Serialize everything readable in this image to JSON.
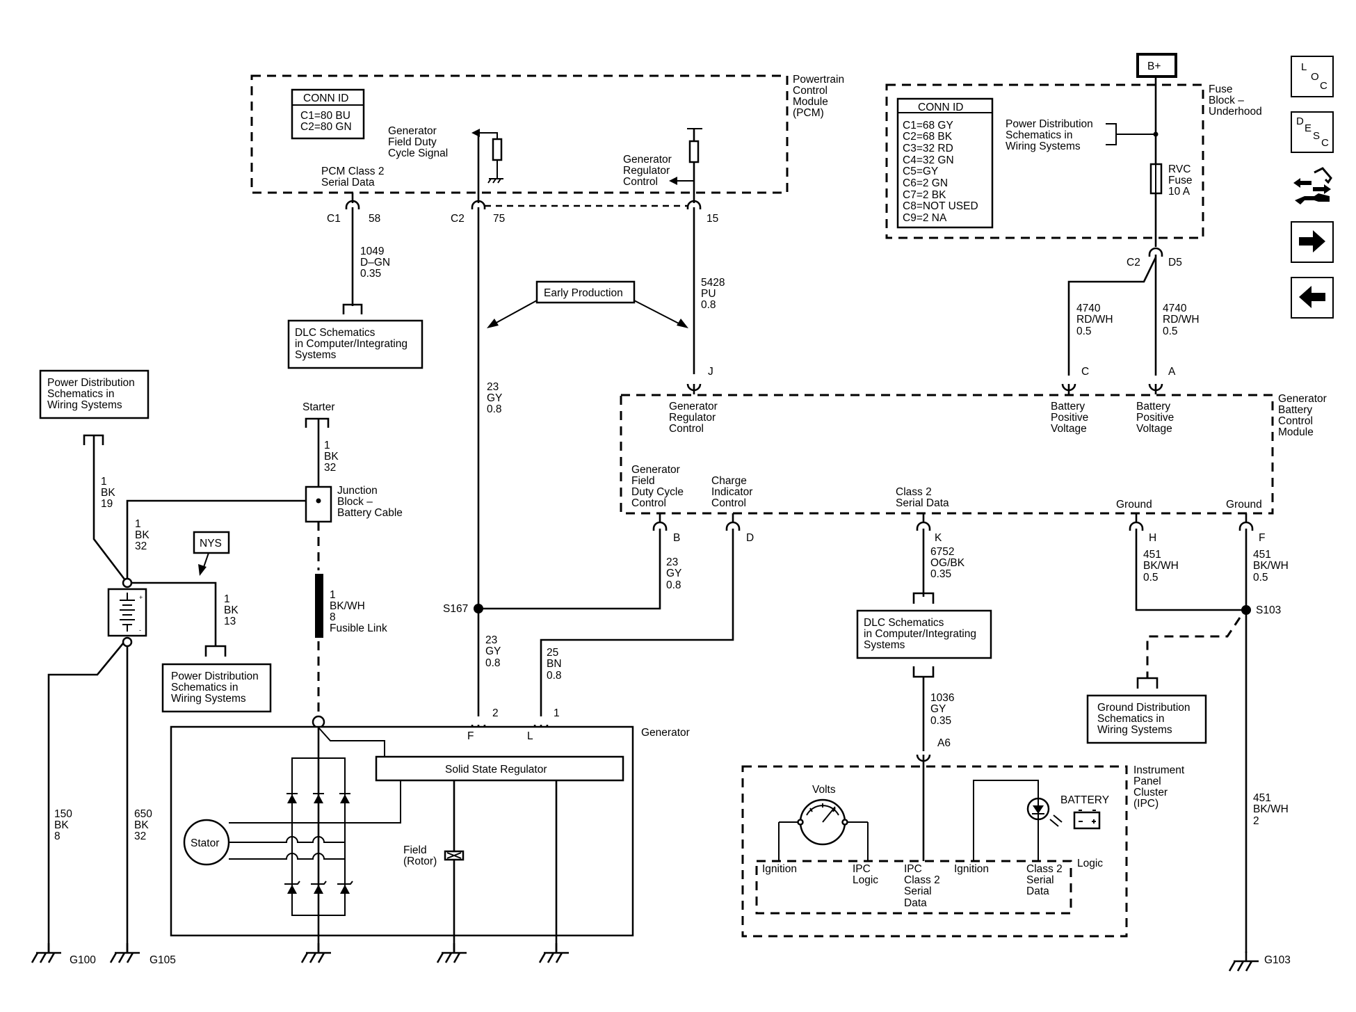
{
  "pcm": {
    "title": [
      "Powertrain",
      "Control",
      "Module",
      "(PCM)"
    ],
    "conn_id_title": "CONN ID",
    "conn_id_lines": [
      "C1=80 BU",
      "C2=80 GN"
    ],
    "gen_field_label": [
      "Generator",
      "Field Duty",
      "Cycle Signal"
    ],
    "gen_reg_label": [
      "Generator",
      "Regulator",
      "Control"
    ],
    "class2_label": [
      "PCM Class 2",
      "Serial Data"
    ]
  },
  "fuse_block": {
    "title": [
      "Fuse",
      "Block –",
      "Underhood"
    ],
    "conn_id_title": "CONN ID",
    "conn_id_lines": [
      "C1=68 GY",
      "C2=68 BK",
      "C3=32 RD",
      "C4=32 GN",
      "C5=GY",
      "C6=2 GN",
      "C7=2 BK",
      "C8=NOT USED",
      "C9=2 NA"
    ],
    "power_dist_label": [
      "Power Distribution",
      "Schematics in",
      "Wiring Systems"
    ],
    "fuse_label": [
      "RVC",
      "Fuse",
      "10 A"
    ],
    "b_plus": "B+"
  },
  "gbcm": {
    "title": [
      "Generator",
      "Battery",
      "Control",
      "Module"
    ],
    "pin_labels": {
      "gen_reg": [
        "Generator",
        "Regulator",
        "Control"
      ],
      "batt_c": [
        "Battery",
        "Positive",
        "Voltage"
      ],
      "batt_a": [
        "Battery",
        "Positive",
        "Voltage"
      ],
      "field_duty": [
        "Generator",
        "Field",
        "Duty Cycle",
        "Control"
      ],
      "charge_ind": [
        "Charge",
        "Indicator",
        "Control"
      ],
      "class2": [
        "Class 2",
        "Serial Data"
      ],
      "ground_h": "Ground",
      "ground_f": "Ground"
    }
  },
  "connectors": {
    "c1": "C1",
    "p58": "58",
    "c2": "C2",
    "p75": "75",
    "p15": "15",
    "fc2": "C2",
    "d5": "D5",
    "j": "J",
    "c": "C",
    "a": "A",
    "b": "B",
    "d": "D",
    "k": "K",
    "h": "H",
    "f": "F",
    "p2": "2",
    "p1": "1",
    "gF": "F",
    "gL": "L",
    "a6": "A6"
  },
  "wires": {
    "w1049": [
      "1049",
      "D–GN",
      "0.35"
    ],
    "w5428": [
      "5428",
      "PU",
      "0.8"
    ],
    "w4740c": [
      "4740",
      "RD/WH",
      "0.5"
    ],
    "w4740a": [
      "4740",
      "RD/WH",
      "0.5"
    ],
    "w23a": [
      "23",
      "GY",
      "0.8"
    ],
    "w23b": [
      "23",
      "GY",
      "0.8"
    ],
    "w23c": [
      "23",
      "GY",
      "0.8"
    ],
    "w25": [
      "25",
      "BN",
      "0.8"
    ],
    "w6752": [
      "6752",
      "OG/BK",
      "0.35"
    ],
    "w1036": [
      "1036",
      "GY",
      "0.35"
    ],
    "w451h": [
      "451",
      "BK/WH",
      "0.5"
    ],
    "w451f": [
      "451",
      "BK/WH",
      "0.5"
    ],
    "w451g": [
      "451",
      "BK/WH",
      "2"
    ],
    "w1bk19": [
      "1",
      "BK",
      "19"
    ],
    "w1bk32a": [
      "1",
      "BK",
      "32"
    ],
    "w1bk32b": [
      "1",
      "BK",
      "32"
    ],
    "w1bk13": [
      "1",
      "BK",
      "13"
    ],
    "w150": [
      "150",
      "BK",
      "8"
    ],
    "w650": [
      "650",
      "BK",
      "32"
    ],
    "fusible": [
      "1",
      "BK/WH",
      "8",
      "Fusible Link"
    ]
  },
  "labels": {
    "early_production": "Early Production",
    "dlc1": [
      "DLC Schematics",
      "in Computer/Integrating",
      "Systems"
    ],
    "dlc2": [
      "DLC Schematics",
      "in Computer/Integrating",
      "Systems"
    ],
    "pd_left": [
      "Power Distribution",
      "Schematics in",
      "Wiring Systems"
    ],
    "pd_bottom": [
      "Power Distribution",
      "Schematics in",
      "Wiring Systems"
    ],
    "ground_dist": [
      "Ground Distribution",
      "Schematics in",
      "Wiring Systems"
    ],
    "starter": "Starter",
    "junction": [
      "Junction",
      "Block –",
      "Battery Cable"
    ],
    "nys": "NYS",
    "s167": "S167",
    "s103": "S103",
    "generator": "Generator",
    "regulator": "Solid State Regulator",
    "stator": "Stator",
    "field": [
      "Field",
      "(Rotor)"
    ],
    "g100": "G100",
    "g105": "G105",
    "g103": "G103"
  },
  "ipc": {
    "title": [
      "Instrument",
      "Panel",
      "Cluster",
      "(IPC)"
    ],
    "volts": "Volts",
    "battery": "BATTERY",
    "logic": "Logic",
    "ignition1": "Ignition",
    "ipc_logic": [
      "IPC",
      "Logic"
    ],
    "ipc_class2": [
      "IPC",
      "Class 2",
      "Serial",
      "Data"
    ],
    "ignition2": "Ignition",
    "class2": [
      "Class 2",
      "Serial",
      "Data"
    ]
  },
  "nav": {
    "loc": [
      "L",
      "O",
      "C"
    ],
    "desc": [
      "D",
      "E",
      "S",
      "C"
    ],
    "icon_names": [
      "location-icon",
      "description-icon",
      "connector-icon",
      "next-arrow-icon",
      "previous-arrow-icon"
    ]
  }
}
